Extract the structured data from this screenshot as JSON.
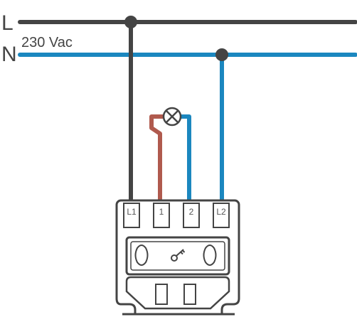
{
  "lines": {
    "live": {
      "label": "L",
      "color": "#444444"
    },
    "neutral": {
      "label": "N",
      "color": "#1b87bf"
    },
    "voltage": "230 Vac"
  },
  "wires": {
    "switched": {
      "color": "#b05a4e"
    }
  },
  "lamp": {
    "icon": "lamp-symbol-icon"
  },
  "device": {
    "terminals": [
      {
        "label": "L1"
      },
      {
        "label": "1"
      },
      {
        "label": "2"
      },
      {
        "label": "L2"
      }
    ],
    "button_icon": "key-icon"
  }
}
